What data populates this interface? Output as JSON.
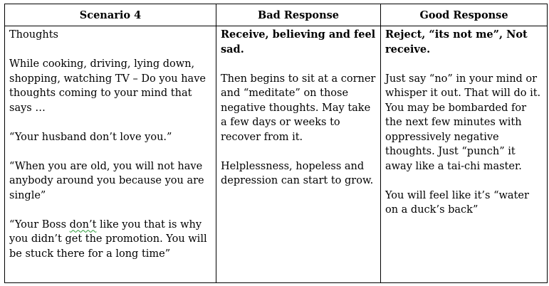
{
  "headers": [
    "Scenario 4",
    "Bad Response",
    "Good Response"
  ],
  "scenario": {
    "title": "Thoughts",
    "intro": "While cooking, driving, lying down, shopping, watching TV – Do you have thoughts coming to your mind that says …",
    "quote1": "“Your husband don’t love you.”",
    "quote2": "“When you are old, you will not have anybody around you because you are single”",
    "quote3_a": "“Your Boss ",
    "quote3_flagged": "don’t",
    "quote3_b": " like you that is why you didn’t get the promotion. You will be stuck there for a long time”"
  },
  "bad": {
    "heading": "Receive, believing and feel sad.",
    "p1": "Then begins to sit at a corner and “meditate” on those negative thoughts. May take a few days or weeks to recover from it.",
    "p2": "Helplessness, hopeless and depression can start to grow."
  },
  "good": {
    "heading": "Reject, “its not me”, Not receive.",
    "p1": "Just say “no” in your mind or whisper it out. That will do it. You may be bombarded for the next few minutes with oppressively negative thoughts. Just “punch” it away like a tai-chi master.",
    "p2": "You will feel like it’s “water on a duck’s back”"
  }
}
